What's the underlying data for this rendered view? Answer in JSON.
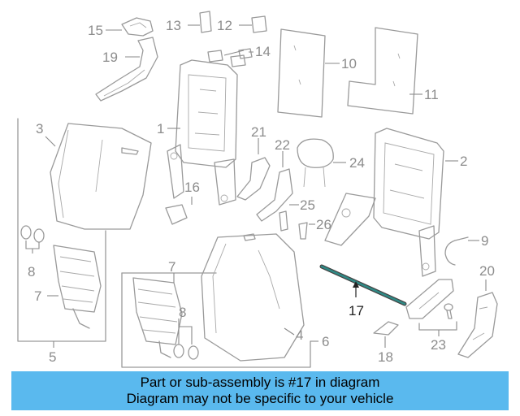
{
  "diagram": {
    "callouts": [
      "1",
      "2",
      "3",
      "4",
      "5",
      "6",
      "7",
      "7",
      "8",
      "8",
      "9",
      "10",
      "11",
      "12",
      "13",
      "14",
      "15",
      "16",
      "17",
      "18",
      "19",
      "20",
      "21",
      "22",
      "23",
      "24",
      "25",
      "26"
    ],
    "highlight_callout": "17",
    "highlight_color": "#2f8a86",
    "line_color": "#9a9a9a"
  },
  "banner": {
    "line1": "Part or sub-assembly is #17 in diagram",
    "line2": "Diagram may not be specific to your vehicle",
    "background": "#5ab9ee"
  }
}
